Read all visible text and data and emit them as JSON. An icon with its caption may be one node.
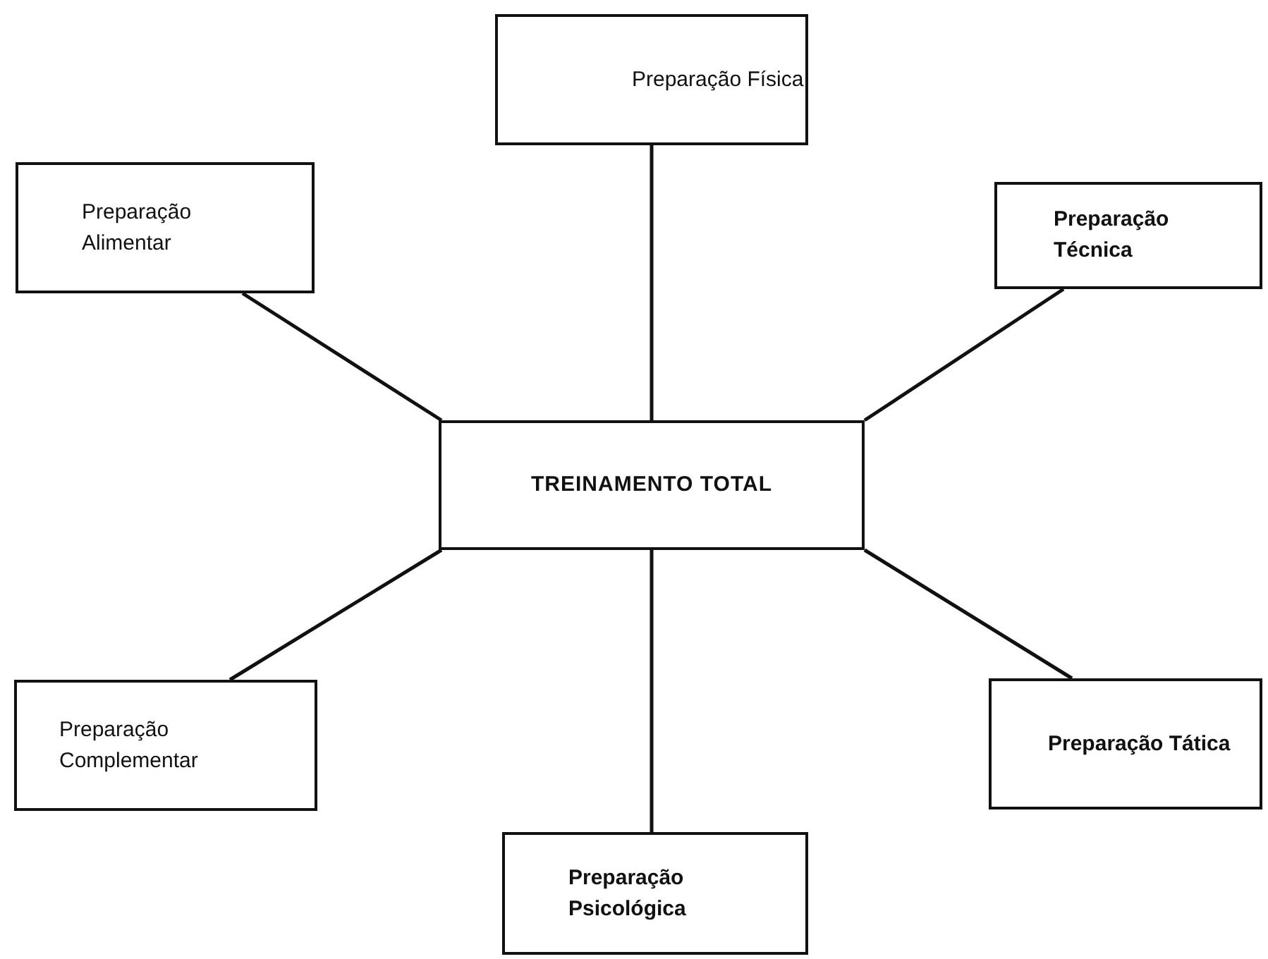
{
  "diagram": {
    "nodes": [
      {
        "text": [
          "Preparação Física"
        ]
      },
      {
        "text": [
          "Preparação Alimentar"
        ]
      },
      {
        "text": [
          "Preparação Técnica"
        ]
      },
      {
        "text": [
          "TREINAMENTO TOTAL"
        ]
      },
      {
        "text": [
          "Preparação Complementar"
        ]
      },
      {
        "text": [
          "Preparação Tática"
        ]
      },
      {
        "text": [
          "Preparação Psicológica"
        ]
      }
    ],
    "edges": [
      {
        "from": 3,
        "to": 0,
        "arrow": "none"
      },
      {
        "from": 3,
        "to": 1,
        "arrow": "none"
      },
      {
        "from": 3,
        "to": 2,
        "arrow": "none"
      },
      {
        "from": 3,
        "to": 4,
        "arrow": "none"
      },
      {
        "from": 3,
        "to": 5,
        "arrow": "none"
      },
      {
        "from": 3,
        "to": 6,
        "arrow": "none"
      }
    ]
  }
}
